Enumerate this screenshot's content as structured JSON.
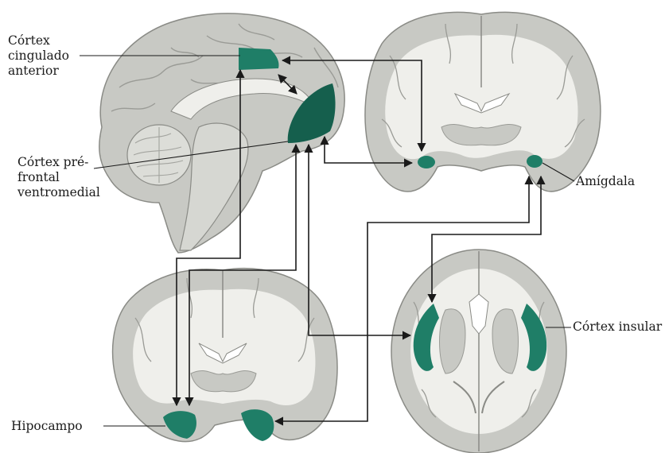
{
  "labels": {
    "acc": [
      "Córtex",
      "cingulado",
      "anterior"
    ],
    "vmpfc": [
      "Córtex pré-",
      "frontal",
      "ventromedial"
    ],
    "amygdala": "Amígdala",
    "insula": "Córtex insular",
    "hippocampus": "Hipocampo"
  },
  "colors": {
    "highlight": "#1f7e67",
    "highlight_dark": "#155f4d",
    "gray_matter": "#c8c9c4",
    "white_matter": "#efefeb",
    "outline": "#8a8b86",
    "arrow": "#1a1a1a",
    "background": "#ffffff"
  },
  "connections": [
    [
      "anterior-cingulate-cortex",
      "ventromedial-prefrontal-cortex"
    ],
    [
      "anterior-cingulate-cortex",
      "amygdala"
    ],
    [
      "ventromedial-prefrontal-cortex",
      "amygdala"
    ],
    [
      "ventromedial-prefrontal-cortex",
      "hippocampus"
    ],
    [
      "ventromedial-prefrontal-cortex",
      "insular-cortex"
    ],
    [
      "amygdala",
      "insular-cortex"
    ],
    [
      "amygdala",
      "hippocampus"
    ],
    [
      "anterior-cingulate-cortex",
      "hippocampus"
    ]
  ]
}
